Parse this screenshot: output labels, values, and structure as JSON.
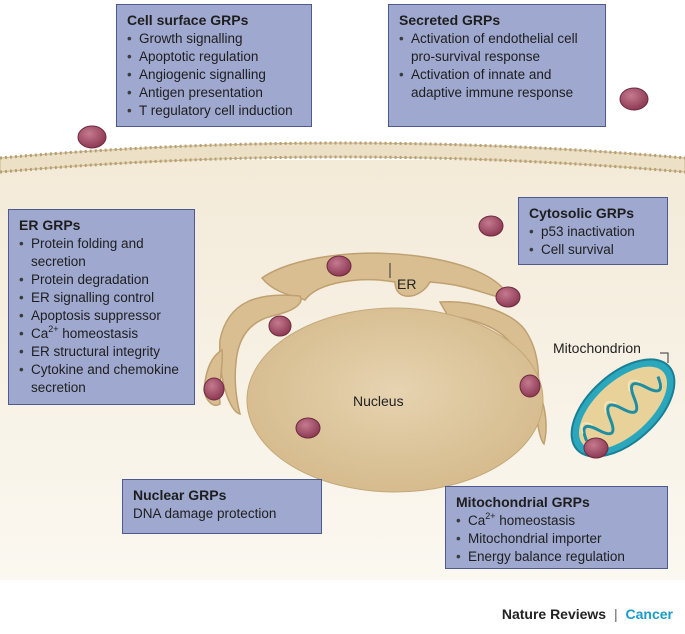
{
  "boxes": {
    "cell_surface": {
      "title": "Cell surface GRPs",
      "items": [
        "Growth signalling",
        "Apoptotic regulation",
        "Angiogenic signalling",
        "Antigen presentation",
        "T regulatory cell induction"
      ]
    },
    "secreted": {
      "title": "Secreted GRPs",
      "items": [
        "Activation of endothelial cell pro-survival response",
        "Activation of innate and adaptive immune response"
      ]
    },
    "er": {
      "title": "ER GRPs",
      "items_before": [
        "Protein folding and secretion",
        "Protein degradation",
        "ER signalling control",
        "Apoptosis suppressor"
      ],
      "ca_item": {
        "prefix": "Ca",
        "sup": "2+",
        "suffix": " homeostasis"
      },
      "items_after": [
        "ER structural integrity",
        "Cytokine and chemokine secretion"
      ]
    },
    "cytosolic": {
      "title": "Cytosolic GRPs",
      "items": [
        "p53 inactivation",
        "Cell survival"
      ]
    },
    "nuclear": {
      "title": "Nuclear GRPs",
      "text": "DNA damage protection"
    },
    "mitochondrial": {
      "title": "Mitochondrial GRPs",
      "ca_item": {
        "prefix": "Ca",
        "sup": "2+",
        "suffix": " homeostasis"
      },
      "items": [
        "Mitochondrial importer",
        "Energy balance regulation"
      ]
    }
  },
  "labels": {
    "er": "ER",
    "mitochondrion": "Mitochondrion",
    "nucleus": "Nucleus"
  },
  "footer": {
    "journal": "Nature Reviews",
    "separator": "|",
    "section": "Cancer"
  },
  "colors": {
    "box_fill": "#9fa8cf",
    "box_border": "#4c5a8e",
    "er_fill": "#d9be92",
    "nucleus_fill": "#dcc59c",
    "cytoplasm": "#f6efe2",
    "grp_protein": "#a8546c",
    "mito_outer": "#2aa7bc",
    "footer_accent": "#1a9bc9"
  }
}
